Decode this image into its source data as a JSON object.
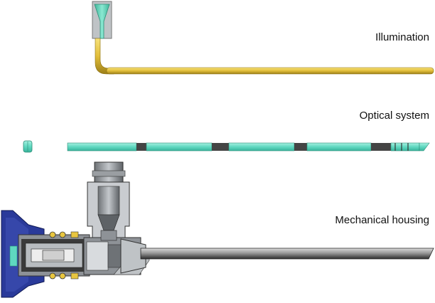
{
  "labels": {
    "illumination": "Illumination",
    "optical_system": "Optical system",
    "mechanical_housing": "Mechanical housing"
  },
  "colors": {
    "illumination_fiber": "#e8c640",
    "illumination_cone": "#5fd0b0",
    "optical_glass": "#5fd8c0",
    "optical_spacer": "#444444",
    "housing_blue": "#2a3a9a",
    "housing_metal": "#8e9297",
    "housing_dark": "#2b2b2b",
    "housing_white": "#f2f2f2"
  }
}
